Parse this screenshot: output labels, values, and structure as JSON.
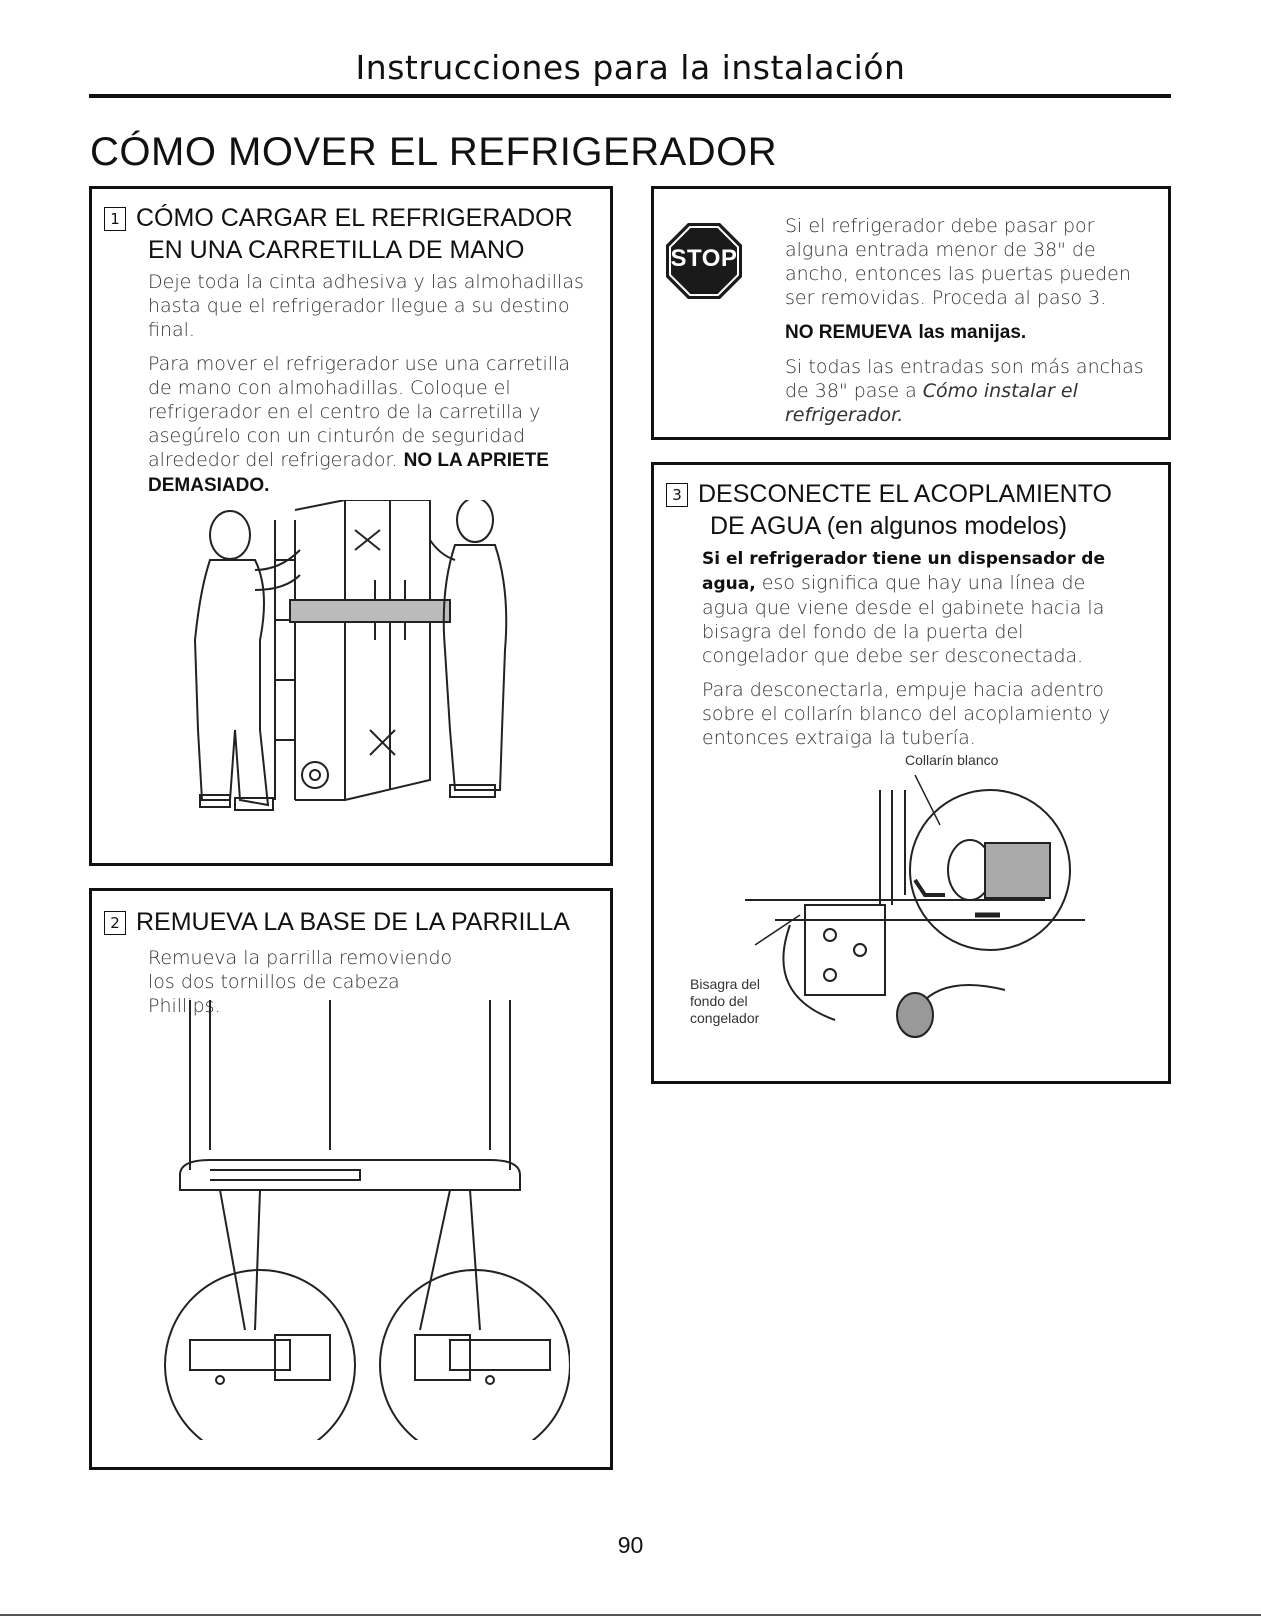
{
  "header": {
    "title": "Instrucciones para la instalación"
  },
  "page_title": "CÓMO MOVER EL REFRIGERADOR",
  "step1": {
    "number": "1",
    "heading_line1": "CÓMO CARGAR EL REFRIGERADOR",
    "heading_line2": "EN UNA CARRETILLA DE MANO",
    "para1": "Deje toda la cinta adhesiva y las almohadillas hasta que el refrigerador llegue a su destino final.",
    "para2_text": "Para mover el refrigerador use una carretilla de mano con almohadillas. Coloque el refrigerador en el centro de la carretilla y asegúrelo con un cinturón de seguridad alrededor del refrigerador.",
    "para2_bold": "NO LA APRIETE DEMASIADO."
  },
  "step2": {
    "number": "2",
    "heading": "REMUEVA LA BASE DE LA PARRILLA",
    "para": "Remueva la parrilla removiendo los dos tornillos de cabeza Phillips."
  },
  "stop_box": {
    "sign_label": "STOP",
    "para1": "Si el refrigerador debe pasar por alguna entrada menor de 38\" de ancho, entonces las puertas pueden ser removidas. Proceda al paso 3.",
    "warning_bold": "NO REMUEVA",
    "warning_rest": "las manijas.",
    "para3_text": "Si todas las entradas son más anchas de 38\" pase a",
    "para3_italic": "Cómo instalar el refrigerador."
  },
  "step3": {
    "number": "3",
    "heading_line1": "DESCONECTE EL ACOPLAMIENTO",
    "heading_line2": "DE AGUA (en algunos modelos)",
    "para1_bold": "Si el refrigerador tiene un dispensador de agua,",
    "para1_rest": "eso significa que hay una línea de agua que viene desde el gabinete hacia la bisagra del fondo de la puerta del congelador que debe ser desconectada.",
    "para2": "Para desconectarla, empuje hacia adentro sobre el collarín blanco del acoplamiento y entonces extraiga la tubería.",
    "callout_collar": "Collarín blanco",
    "callout_hinge_1": "Bisagra del",
    "callout_hinge_2": "fondo del",
    "callout_hinge_3": "congelador"
  },
  "page_number": "90",
  "colors": {
    "ink": "#111111",
    "stop_red": "#1a1a1a",
    "paper": "#ffffff"
  },
  "icons": [
    "stop-sign-icon"
  ]
}
